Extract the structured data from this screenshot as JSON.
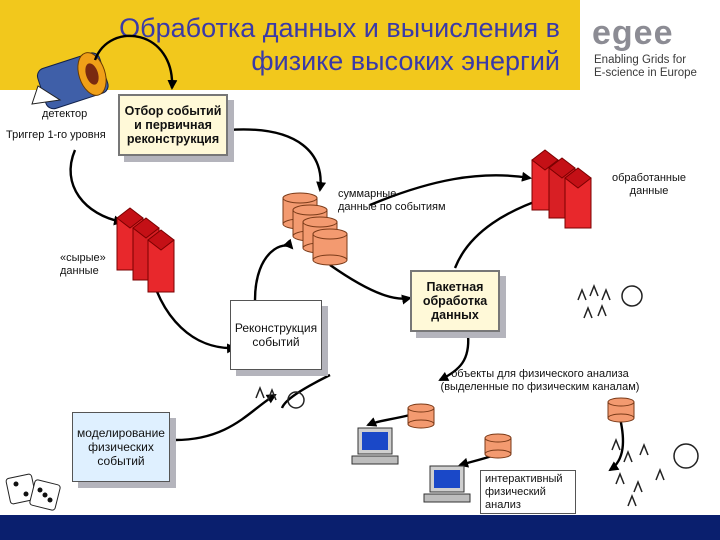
{
  "title_line1": "Обработка данных и вычисления в",
  "title_line2": "физике высоких энергий",
  "logo": {
    "word": "egee",
    "tagline_1": "Enabling Grids for",
    "tagline_2": "E-science in Europe"
  },
  "labels": {
    "detector": "детектор",
    "trigger": "Триггер 1-го уровня",
    "event_selection": [
      "Отбор событий",
      "и первичная",
      "реконструкция"
    ],
    "summary_data": [
      "суммарные",
      "данные по событиям"
    ],
    "processed_data": [
      "обработанные",
      "данные"
    ],
    "raw_data": [
      "«сырые»",
      "данные"
    ],
    "batch_processing": [
      "Пакетная",
      "обработка",
      "данных"
    ],
    "event_reconstruction": [
      "Реконструкция",
      "событий"
    ],
    "physics_objects": [
      "объекты для физического анализа",
      "(выделенные по физическим каналам)"
    ],
    "simulation": [
      "моделирование",
      "физических",
      "событий"
    ],
    "interactive_analysis": [
      "интерактивный",
      "физический",
      "анализ"
    ]
  },
  "colors": {
    "banner": "#f2c81c",
    "title": "#3a3aa8",
    "cylinder": "#e8282c",
    "disk": "#f39a70",
    "footer": "#0a1f6e"
  }
}
